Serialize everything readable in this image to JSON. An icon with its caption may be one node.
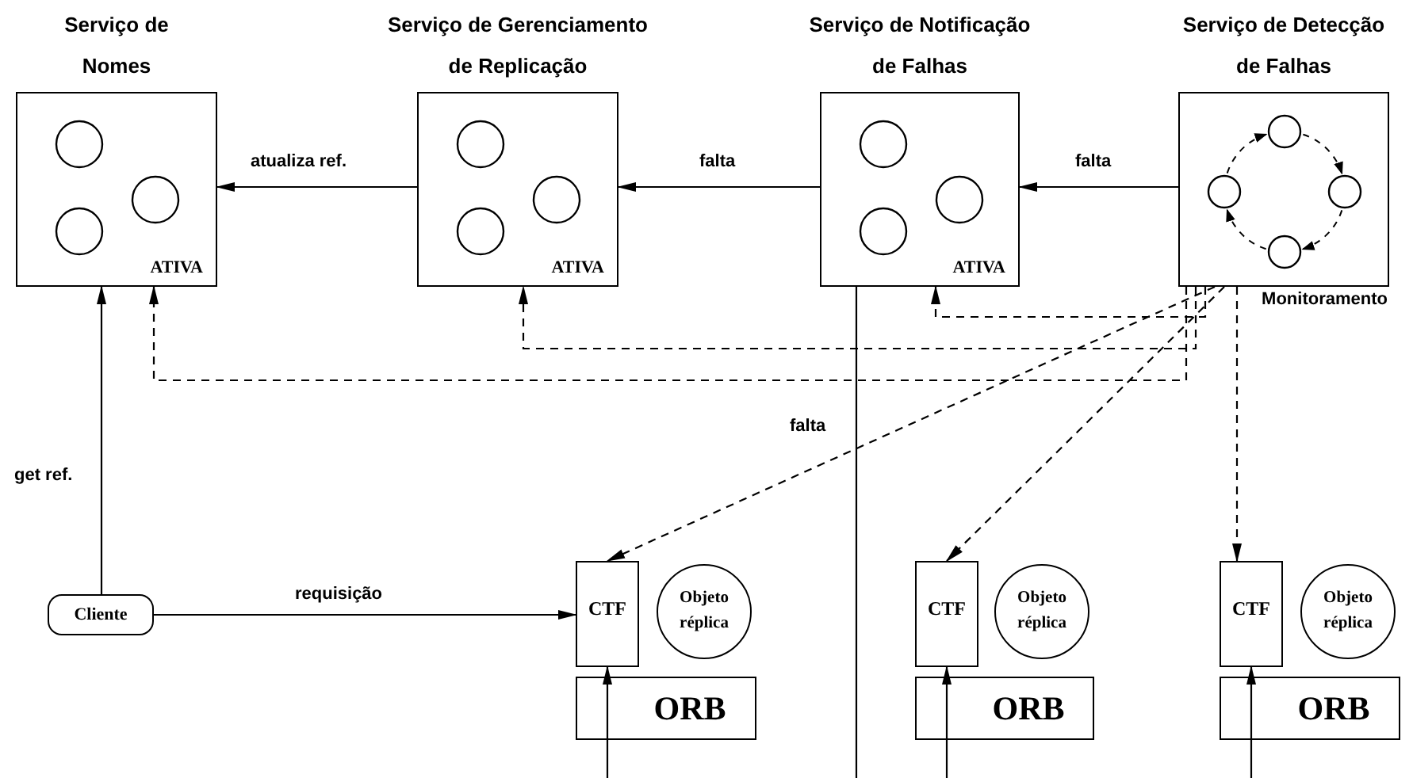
{
  "diagram": {
    "nodes": [
      {
        "text": [
          "Serviço de Nomes",
          "ATIVA"
        ]
      },
      {
        "text": [
          "Serviço de Gerenciamento de Replicação",
          "ATIVA"
        ]
      },
      {
        "text": [
          "Serviço de Notificação de Falhas",
          "ATIVA"
        ]
      },
      {
        "text": [
          "Serviço de Detecção de Falhas"
        ],
        "beside": [
          "Monitoramento"
        ]
      },
      {
        "text": [
          "Cliente"
        ]
      },
      {
        "text": [
          "CTF"
        ]
      },
      {
        "text": [
          "Objeto réplica"
        ]
      },
      {
        "text": [
          "ORB"
        ]
      },
      {
        "text": [
          "CTF"
        ]
      },
      {
        "text": [
          "Objeto réplica"
        ]
      },
      {
        "text": [
          "ORB"
        ]
      },
      {
        "text": [
          "CTF"
        ]
      },
      {
        "text": [
          "Objeto réplica"
        ]
      },
      {
        "text": [
          "ORB"
        ]
      }
    ],
    "edges": [
      {
        "from": 1,
        "to": 0,
        "arrow": "to",
        "label": "atualiza ref."
      },
      {
        "from": 2,
        "to": 1,
        "arrow": "to",
        "label": "falta"
      },
      {
        "from": 3,
        "to": 2,
        "arrow": "to",
        "label": "falta"
      },
      {
        "from": 4,
        "to": 0,
        "arrow": "to",
        "label": "get ref."
      },
      {
        "from": 4,
        "to": 5,
        "arrow": "to",
        "label": "requisição"
      },
      {
        "from": 3,
        "to": 0,
        "arrow": "to",
        "style": "dashed"
      },
      {
        "from": 3,
        "to": 1,
        "arrow": "to",
        "style": "dashed"
      },
      {
        "from": 3,
        "to": 2,
        "arrow": "to",
        "style": "dashed"
      },
      {
        "from": 3,
        "to": 5,
        "arrow": "to",
        "style": "dashed"
      },
      {
        "from": 3,
        "to": 8,
        "arrow": "to",
        "style": "dashed"
      },
      {
        "from": 3,
        "to": 11,
        "arrow": "to",
        "style": "dashed"
      },
      {
        "from": 2,
        "to": null,
        "arrow": "none",
        "label": "falta"
      },
      {
        "from": null,
        "to": 5,
        "arrow": "to"
      },
      {
        "from": null,
        "to": 8,
        "arrow": "to"
      },
      {
        "from": null,
        "to": 11,
        "arrow": "to"
      }
    ]
  }
}
